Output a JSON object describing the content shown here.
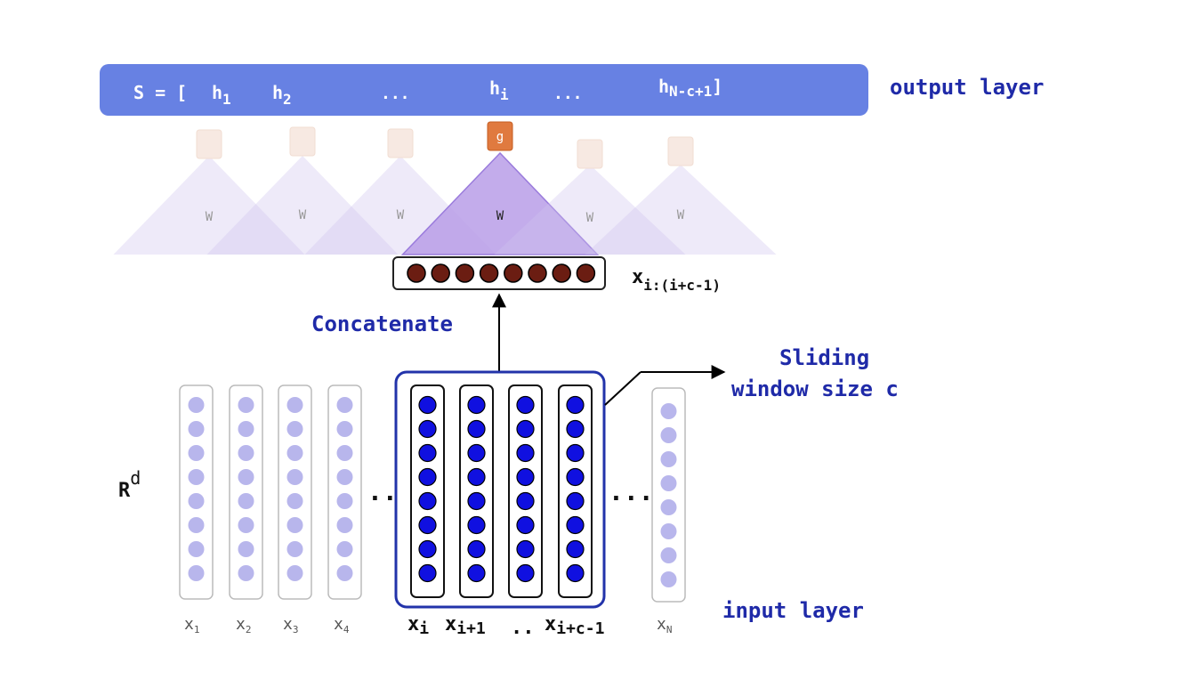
{
  "output_layer": {
    "label": "output layer",
    "bar_color": "#6781e3",
    "s_prefix": "S = [",
    "h": "h",
    "h1_sub": "1",
    "h2_sub": "2",
    "ellipsis_1": "...",
    "hi_sub": "i",
    "ellipsis_2": "...",
    "hlast_sub": "N-c+1",
    "close_bracket": "]"
  },
  "filters": {
    "weight_label": "W",
    "activation_label": "g",
    "active_color": "#e07a3f",
    "faded_color": "#cfc3ee",
    "active_fill": "#b89ee8"
  },
  "concat": {
    "label": "Concatenate",
    "vector_label": "x",
    "vector_sub": "i:(i+c-1)",
    "node_color": "#6b1d12",
    "node_count": 8
  },
  "sliding_window": {
    "line1": "Sliding",
    "line2": "window size c",
    "border_color": "#2233aa"
  },
  "embedding_space": {
    "base": "R",
    "sup": "d"
  },
  "input_layer": {
    "label": "input layer",
    "faded_node_color": "#b8b6ec",
    "active_node_color": "#1010e0",
    "nodes_per_column": 8,
    "ellipsis_left": "..",
    "ellipsis_right": "...",
    "columns": [
      {
        "base": "x",
        "sub": "1"
      },
      {
        "base": "x",
        "sub": "2"
      },
      {
        "base": "x",
        "sub": "3"
      },
      {
        "base": "x",
        "sub": "4"
      },
      {
        "base": "x",
        "sub": "i"
      },
      {
        "base": "x",
        "sub": "i+1"
      },
      {
        "base": "..",
        "sub": ""
      },
      {
        "base": "x",
        "sub": "i+c-1"
      },
      {
        "base": "x",
        "sub": "N"
      }
    ]
  }
}
